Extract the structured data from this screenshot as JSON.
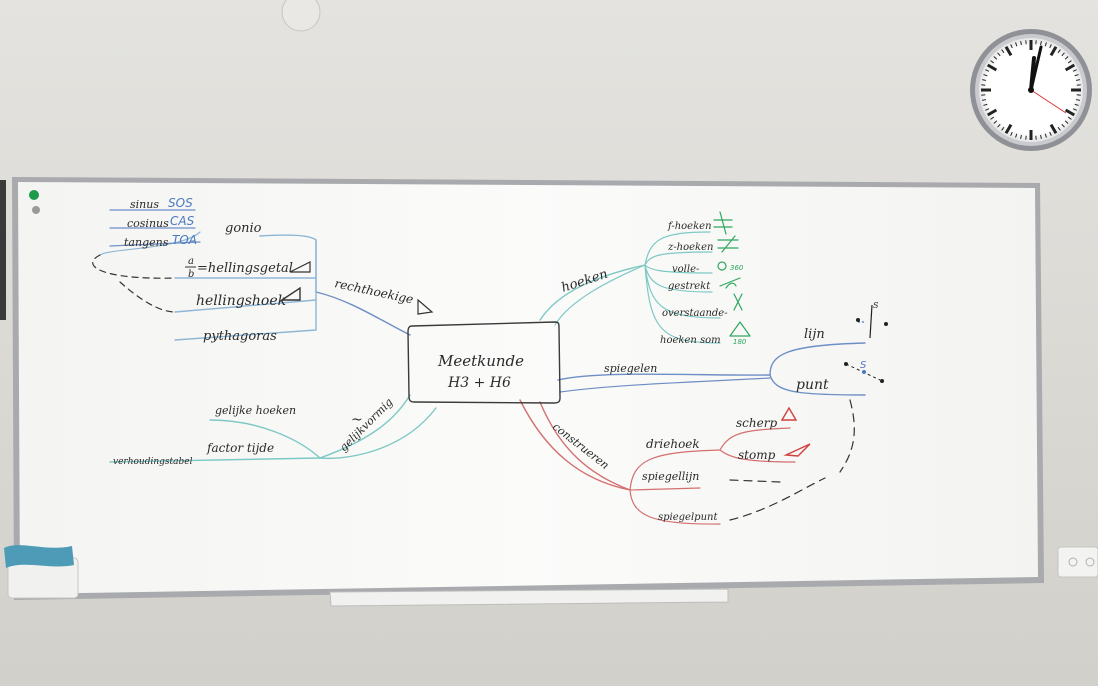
{
  "mindmap": {
    "center": {
      "line1": "Meetkunde",
      "line2": "H3 + H6"
    },
    "left_top": {
      "branch": "rechthoekige",
      "gonio": "gonio",
      "sinus": "sinus",
      "sinus_code": "SOS",
      "cosinus": "cosinus",
      "cosinus_code": "CAS",
      "tangens": "tangens",
      "tangens_code": "TOA",
      "fraction_top": "a",
      "fraction_bottom": "b",
      "hellingsgetal": "=hellingsgetal",
      "hellingshoek": "hellingshoek",
      "pythagoras": "pythagoras"
    },
    "left_bottom": {
      "branch": "gelijkvormig",
      "tilde": "~",
      "gelijke_hoeken": "gelijke hoeken",
      "factor_tijde": "factor tijde",
      "verhoudingstabel": "verhoudingstabel"
    },
    "right_top": {
      "branch": "hoeken",
      "items": [
        "f-hoeken",
        "z-hoeken",
        "volle-",
        "gestrekt",
        "overstaande-",
        "hoeken som"
      ],
      "angle_180": "180",
      "angle_360": "360"
    },
    "right_mid": {
      "branch": "spiegelen",
      "lijn": "lijn",
      "punt": "punt",
      "s_label": "S"
    },
    "right_bottom": {
      "branch": "construeren",
      "driehoek": "driehoek",
      "scherp": "scherp",
      "stomp": "stomp",
      "spiegellijn": "spiegellijn",
      "spiegelpunt": "spiegelpunt"
    }
  }
}
